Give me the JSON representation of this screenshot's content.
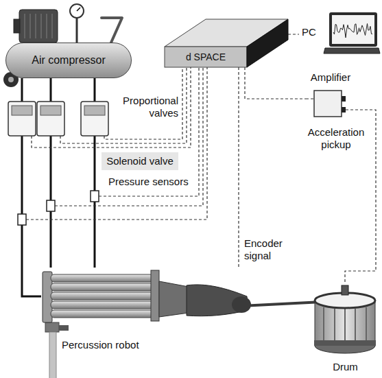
{
  "diagram": {
    "nodes": [
      {
        "text": [
          "Air compressor"
        ]
      },
      {
        "text": [
          "d SPACE"
        ]
      },
      {
        "text": [
          "PC"
        ]
      },
      {
        "text": [
          "Amplifier"
        ]
      },
      {
        "text": [
          "Solenoid valve"
        ]
      },
      {
        "text": [
          "Percussion robot"
        ]
      },
      {
        "text": [
          "Drum"
        ]
      }
    ],
    "edges": [
      {
        "from": 1,
        "to": 2,
        "arrow": "none"
      },
      {
        "from": 1,
        "to": 3,
        "arrow": "none"
      },
      {
        "from": 3,
        "to": 6,
        "arrow": "none"
      },
      {
        "from": 1,
        "to": 5,
        "arrow": "none"
      },
      {
        "from": 0,
        "to": 5,
        "arrow": "none"
      }
    ],
    "labels": [
      "Proportional valves",
      "Pressure sensors",
      "Encoder signal",
      "Acceleration pickup"
    ]
  }
}
